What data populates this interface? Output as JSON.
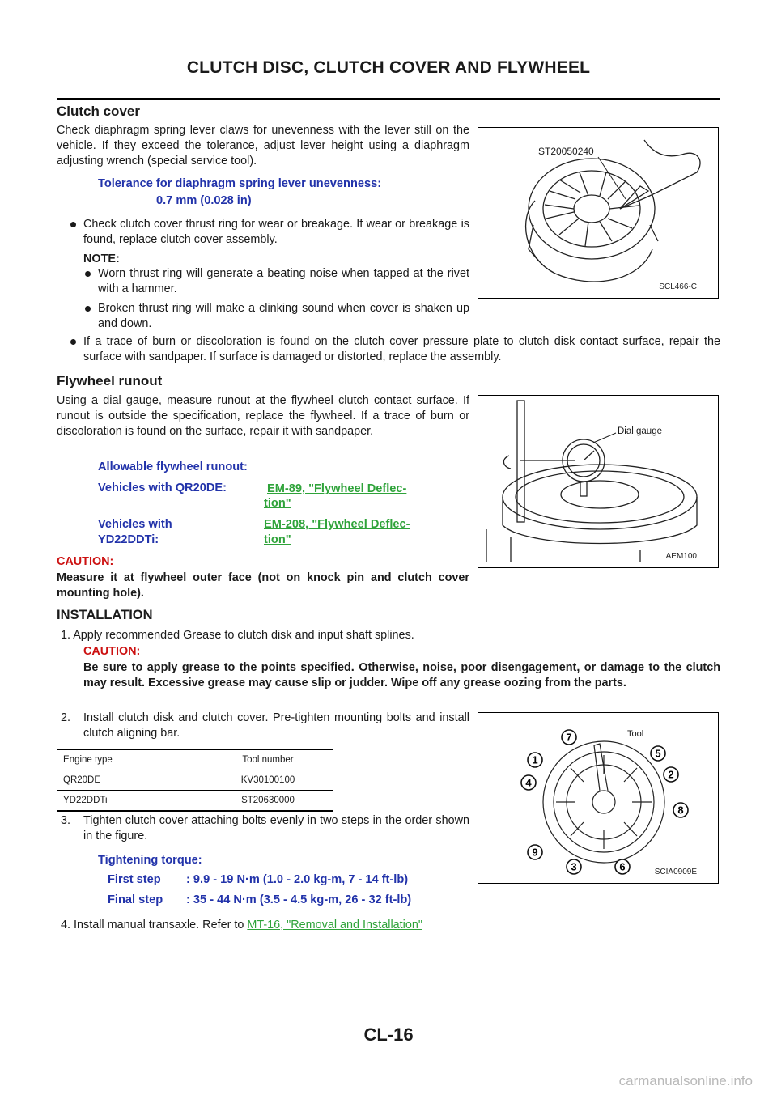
{
  "header": {
    "title": "CLUTCH DISC, CLUTCH COVER AND FLYWHEEL"
  },
  "clutch_cover": {
    "heading": "Clutch cover",
    "intro": "Check diaphragm spring lever claws for unevenness with the lever still on the vehicle. If they exceed the tolerance, adjust lever height using a diaphragm adjusting wrench (special service tool).",
    "tolerance_label": "Tolerance for diaphragm spring lever unevenness:",
    "tolerance_value": "0.7 mm (0.028 in)",
    "bullet1": "Check clutch cover thrust ring for wear or breakage. If wear or breakage is found, replace clutch cover assembly.",
    "note_label": "NOTE:",
    "note1": "Worn thrust ring will generate a beating noise when tapped at the rivet with a hammer.",
    "note2": "Broken thrust ring will make a clinking sound when cover is shaken up and down.",
    "bullet2": "If a trace of burn or discoloration is found on the clutch cover pressure plate to clutch disk contact surface, repair the surface with sandpaper. If surface is damaged or distorted, replace the assembly.",
    "figure": {
      "tool_label": "ST20050240",
      "code": "SCL466-C"
    }
  },
  "flywheel": {
    "heading": "Flywheel runout",
    "intro": "Using a dial gauge, measure runout at the flywheel clutch contact surface. If runout is outside the specification, replace the flywheel. If a trace of burn or discoloration is found on the surface, repair it with sandpaper.",
    "allow_label": "Allowable flywheel runout:",
    "row1_label": "Vehicles with QR20DE:",
    "row1_link": "EM-89, \"Flywheel Deflec-",
    "row1_link2": "tion\"",
    "row2_label1": "Vehicles with",
    "row2_label2": "YD22DDTi:",
    "row2_link": "EM-208, \"Flywheel Deflec-",
    "row2_link2": "tion\"",
    "caution_label": "CAUTION:",
    "caution_text": "Measure it at flywheel outer face (not on knock pin and clutch cover mounting hole).",
    "figure": {
      "gauge_label": "Dial gauge",
      "code": "AEM100"
    }
  },
  "installation": {
    "heading": "INSTALLATION",
    "step1": "1.  Apply recommended Grease to clutch disk and input shaft splines.",
    "caution_label": "CAUTION:",
    "caution_text": "Be sure to apply grease to the points specified. Otherwise, noise, poor disengagement, or damage to the clutch may result. Excessive grease may cause slip or judder. Wipe off any grease oozing from the parts.",
    "step2_num": "2.",
    "step2": "Install clutch disk and clutch cover. Pre-tighten mounting bolts and install clutch aligning bar.",
    "table": {
      "headers": [
        "Engine type",
        "Tool number"
      ],
      "rows": [
        [
          "QR20DE",
          "KV30100100"
        ],
        [
          "YD22DDTi",
          "ST20630000"
        ]
      ]
    },
    "step3_num": "3.",
    "step3": "Tighten clutch cover attaching bolts evenly in two steps in the order shown in the figure.",
    "torque_label": "Tightening torque:",
    "first_label": "First step",
    "first_value": ": 9.9 - 19 N·m (1.0 - 2.0 kg-m, 7 - 14 ft-lb)",
    "final_label": "Final step",
    "final_value": ": 35 - 44 N·m (3.5 - 4.5 kg-m, 26 - 32 ft-lb)",
    "step4_prefix": "4.  Install manual transaxle. Refer to ",
    "step4_link": "MT-16, \"Removal and Installation\"",
    "figure": {
      "tool_label": "Tool",
      "code": "SCIA0909E",
      "numbers": [
        "1",
        "2",
        "3",
        "4",
        "5",
        "6",
        "7",
        "8",
        "9"
      ]
    }
  },
  "footer": {
    "page": "CL-16",
    "watermark": "carmanualsonline.info"
  }
}
